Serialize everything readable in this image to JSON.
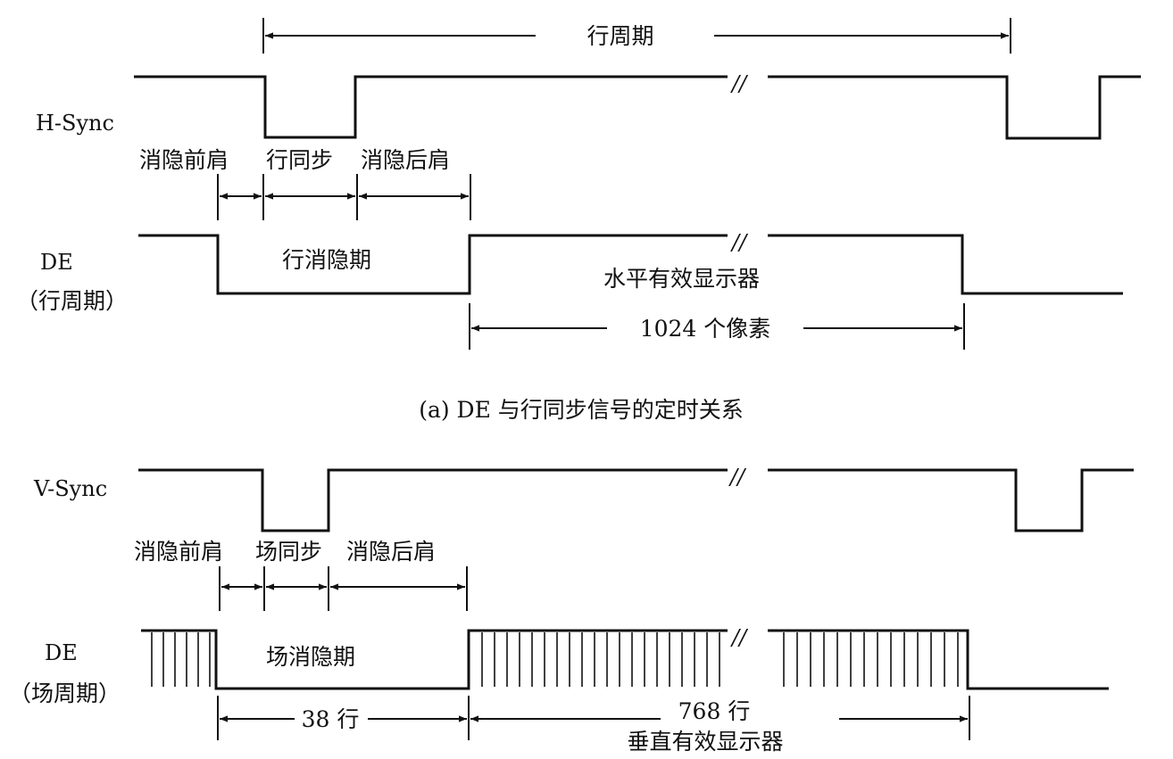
{
  "part_a": {
    "period_label": "行周期",
    "hsync_label": "H-Sync",
    "front_porch": "消隐前肩",
    "sync_label": "行同步",
    "back_porch": "消隐后肩",
    "de_label_1": "DE",
    "de_label_2": "（行周期）",
    "blank_period": "行消隐期",
    "active_label": "水平有效显示器",
    "pixels_label": "1024 个像素",
    "caption": "(a) DE 与行同步信号的定时关系"
  },
  "part_b": {
    "vsync_label": "V-Sync",
    "front_porch": "消隐前肩",
    "sync_label": "场同步",
    "back_porch": "消隐后肩",
    "de_label_1": "DE",
    "de_label_2": "（场周期）",
    "blank_period": "场消隐期",
    "blank_lines": "38 行",
    "active_lines": "768 行",
    "active_label": "垂直有效显示器"
  },
  "break_mark": "//"
}
